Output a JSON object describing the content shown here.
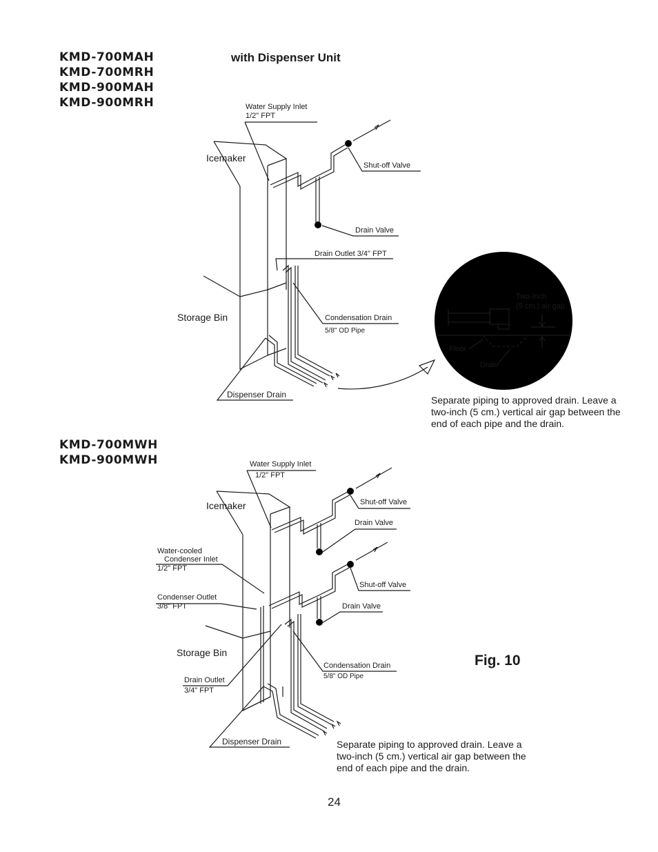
{
  "models_top": [
    "KMD-700MAH",
    "KMD-700MRH",
    "KMD-900MAH",
    "KMD-900MRH"
  ],
  "title": "with  Dispenser Unit",
  "top": {
    "water_supply_inlet": "Water Supply Inlet",
    "water_supply_size": "1/2\" FPT",
    "icemaker": "Icemaker",
    "shutoff_valve": "Shut-off Valve",
    "drain_valve": "Drain Valve",
    "drain_outlet": "Drain Outlet 3/4\" FPT",
    "storage_bin": "Storage Bin",
    "condensation_drain": "Condensation Drain",
    "od_pipe": "5/8\" OD Pipe",
    "dispenser_drain": "Dispenser Drain"
  },
  "inset": {
    "air_gap_line1": "Two-inch",
    "air_gap_line2": "(5 cm.) air gap",
    "floor": "Floor",
    "drain": "Drain"
  },
  "note_top": "Separate piping to approved drain. Leave a two-inch (5 cm.) vertical air gap between the end of each pipe and the drain.",
  "models_bottom": [
    "KMD-700MWH",
    "KMD-900MWH"
  ],
  "bottom": {
    "water_supply_inlet": "Water Supply Inlet",
    "water_supply_size": "1/2\" FPT",
    "icemaker": "Icemaker",
    "shutoff_valve_1": "Shut-off Valve",
    "drain_valve_1": "Drain Valve",
    "water_cooled": "Water-cooled",
    "condenser_inlet": "Condenser Inlet",
    "condenser_inlet_size": "1/2\" FPT",
    "shutoff_valve_2": "Shut-off Valve",
    "condenser_outlet": "Condenser Outlet",
    "condenser_outlet_size": "3/8\" FPT",
    "drain_valve_2": "Drain Valve",
    "storage_bin": "Storage Bin",
    "condensation_drain": "Condensation Drain",
    "od_pipe": "5/8\" OD Pipe",
    "drain_outlet": "Drain Outlet",
    "drain_outlet_size": "3/4\" FPT",
    "dispenser_drain": "Dispenser Drain"
  },
  "note_bottom": "Separate piping to approved drain. Leave a two-inch (5 cm.) vertical air gap between the end of each pipe and the drain.",
  "figure_label": "Fig.  10",
  "page_number": "24"
}
